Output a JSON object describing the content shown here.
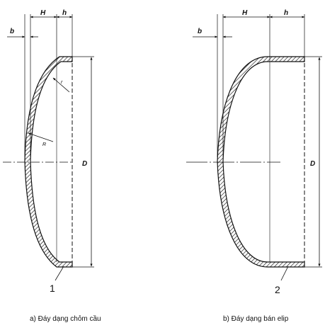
{
  "figure_a": {
    "label_b": "b",
    "label_H": "H",
    "label_h": "h",
    "label_D": "D",
    "label_R": "R",
    "label_r": "r",
    "part_number": "1",
    "caption": "a) Đáy dạng chỏm cầu"
  },
  "figure_b": {
    "label_b": "b",
    "label_H": "H",
    "label_h": "h",
    "label_D": "D",
    "part_number": "2",
    "caption": "b) Đáy dạng bán elip"
  }
}
